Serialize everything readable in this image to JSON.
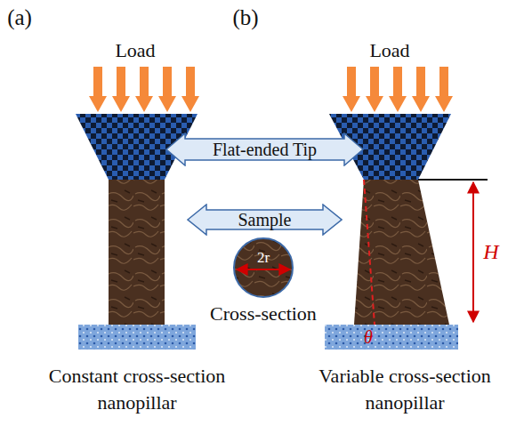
{
  "diagram": {
    "nodes": [
      {
        "text": [
          "Flat-ended Tip"
        ]
      },
      {
        "text": [
          "Sample"
        ]
      },
      {
        "text": [
          "2r",
          "Cross-section"
        ]
      }
    ],
    "labels": [
      "(a)",
      "(b)",
      "Load",
      "Load",
      "H",
      "θ",
      "Constant cross-section nanopillar",
      "Variable cross-section nanopillar"
    ]
  }
}
